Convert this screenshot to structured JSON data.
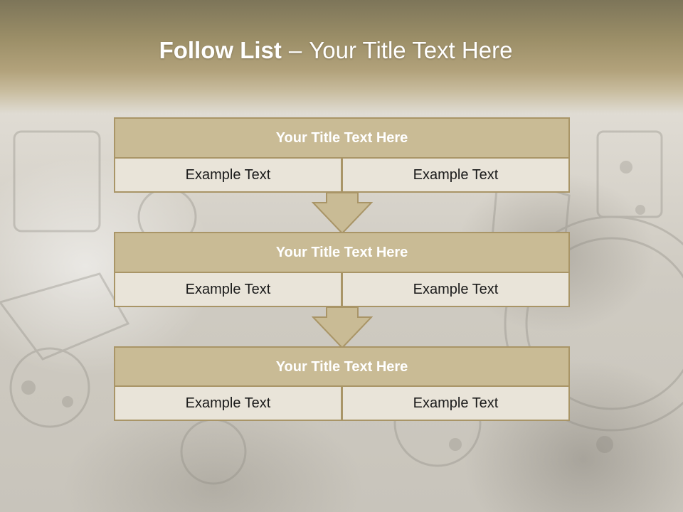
{
  "slide": {
    "title_bold": "Follow List",
    "title_dash": "–",
    "title_rest": "Your Title Text Here"
  },
  "blocks": [
    {
      "title": "Your Title Text Here",
      "left_text": "Example Text",
      "right_text": "Example Text"
    },
    {
      "title": "Your Title Text Here",
      "left_text": "Example Text",
      "right_text": "Example Text"
    },
    {
      "title": "Your Title Text Here",
      "left_text": "Example Text",
      "right_text": "Example Text"
    }
  ],
  "colors": {
    "header_band": "#9c8f68",
    "block_title_fill": "#c9bb95",
    "block_border": "#a99567",
    "cell_fill": "#e9e4d9",
    "arrow_fill": "#c9bb95"
  }
}
